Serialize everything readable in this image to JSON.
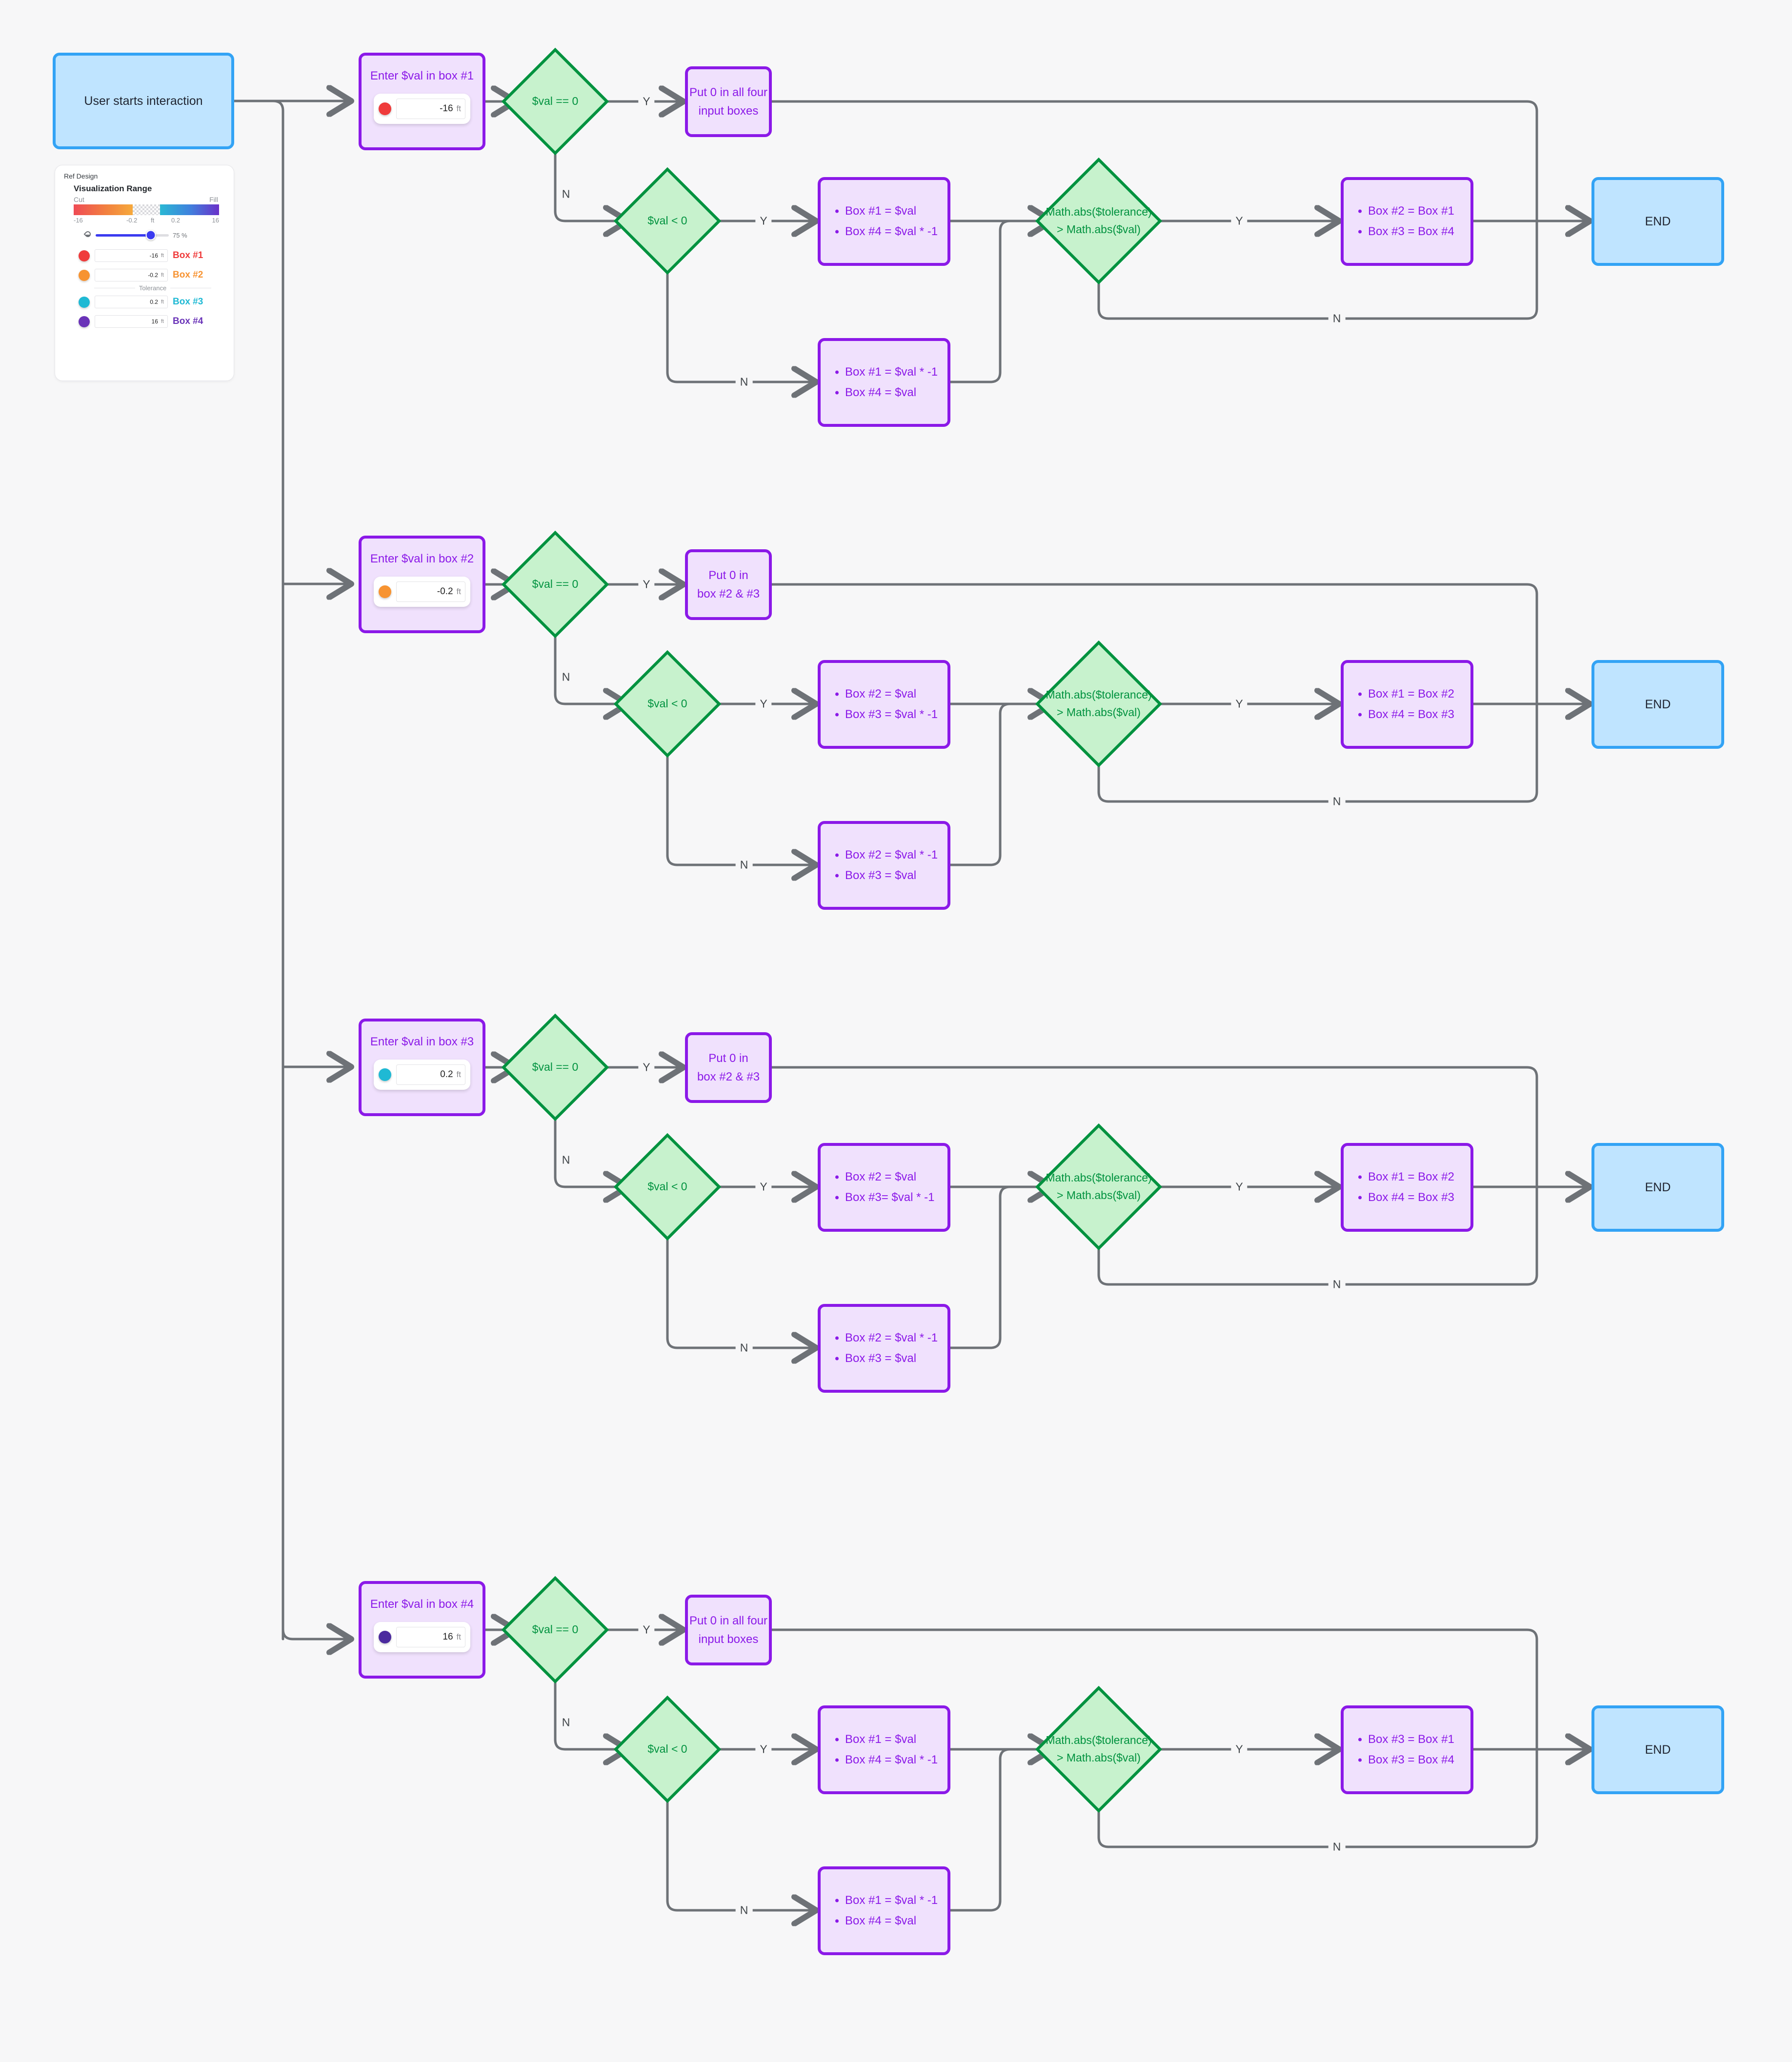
{
  "ref_panel": {
    "title": "Ref Design",
    "heading": "Visualization Range",
    "cut_label": "Cut",
    "fill_label": "Fill",
    "ticks": [
      "-16",
      "-0.2",
      "ft",
      "0.2",
      "16"
    ],
    "opacity_value": "75 %",
    "opacity_percent": 75,
    "tolerance_divider": "Tolerance",
    "rows": [
      {
        "value": "-16",
        "unit": "ft",
        "box": "Box #1",
        "color": "#ef3b3b"
      },
      {
        "value": "-0.2",
        "unit": "ft",
        "box": "Box #2",
        "color": "#f79331"
      },
      {
        "value": "0.2",
        "unit": "ft",
        "box": "Box #3",
        "color": "#1fb9d4"
      },
      {
        "value": "16",
        "unit": "ft",
        "box": "Box #4",
        "color": "#6a33b8"
      }
    ]
  },
  "colors": {
    "terminal_fill": "#bfe4ff",
    "terminal_border": "#33a3f5",
    "process_fill": "#f0e1fd",
    "process_border": "#8b19e8",
    "decision_fill": "#c7f2cd",
    "decision_border": "#00923f",
    "edge": "#6e7277",
    "canvas": "#f7f7f8"
  },
  "start": {
    "label": "User starts interaction"
  },
  "edge_labels": {
    "yes": "Y",
    "no": "N"
  },
  "rows": [
    {
      "input": {
        "caption": "Enter $val in box #1",
        "value": "-16",
        "unit": "ft",
        "color": "#ef3b3b"
      },
      "d_zero": "$val == 0",
      "zero_action": [
        "Put 0 in all four",
        "input boxes"
      ],
      "d_neg": "$val < 0",
      "neg_yes": [
        "Box #1 = $val",
        "Box #4 = $val * -1"
      ],
      "neg_no": [
        "Box #1 = $val * -1",
        "Box #4 = $val"
      ],
      "d_tol": [
        "Math.abs($tolerance)",
        "> Math.abs($val)"
      ],
      "tol_yes": [
        "Box #2 = Box #1",
        "Box #3 = Box #4"
      ],
      "end": "END"
    },
    {
      "input": {
        "caption": "Enter $val in box #2",
        "value": "-0.2",
        "unit": "ft",
        "color": "#f79331"
      },
      "d_zero": "$val == 0",
      "zero_action": [
        "Put 0 in",
        "box #2 & #3"
      ],
      "d_neg": "$val < 0",
      "neg_yes": [
        "Box #2 = $val",
        "Box #3 = $val * -1"
      ],
      "neg_no": [
        "Box #2 = $val * -1",
        "Box #3 = $val"
      ],
      "d_tol": [
        "Math.abs($tolerance)",
        "> Math.abs($val)"
      ],
      "tol_yes": [
        "Box #1 = Box #2",
        "Box #4 = Box #3"
      ],
      "end": "END"
    },
    {
      "input": {
        "caption": "Enter $val in box #3",
        "value": "0.2",
        "unit": "ft",
        "color": "#1fb9d4"
      },
      "d_zero": "$val == 0",
      "zero_action": [
        "Put 0 in",
        "box #2 & #3"
      ],
      "d_neg": "$val < 0",
      "neg_yes": [
        "Box #2 = $val",
        "Box #3= $val * -1"
      ],
      "neg_no": [
        "Box #2 = $val * -1",
        "Box #3 = $val"
      ],
      "d_tol": [
        "Math.abs($tolerance)",
        "> Math.abs($val)"
      ],
      "tol_yes": [
        "Box #1 = Box #2",
        "Box #4 = Box #3"
      ],
      "end": "END"
    },
    {
      "input": {
        "caption": "Enter $val in box #4",
        "value": "16",
        "unit": "ft",
        "color": "#4b2a9e"
      },
      "d_zero": "$val == 0",
      "zero_action": [
        "Put 0 in all four",
        "input boxes"
      ],
      "d_neg": "$val < 0",
      "neg_yes": [
        "Box #1 = $val",
        "Box #4 = $val * -1"
      ],
      "neg_no": [
        "Box #1 = $val * -1",
        "Box #4 = $val"
      ],
      "d_tol": [
        "Math.abs($tolerance)",
        "> Math.abs($val)"
      ],
      "tol_yes": [
        "Box #3 = Box #1",
        "Box #3 = Box #4"
      ],
      "end": "END"
    }
  ]
}
